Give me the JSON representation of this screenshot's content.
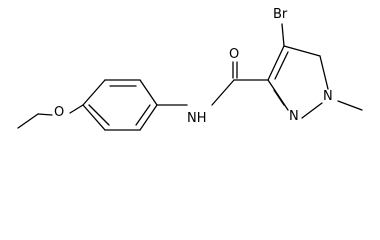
{
  "molecule": {
    "atoms": {
      "bromine": "Br",
      "carbonyl_oxygen": "O",
      "amide_nitrogen": "NH",
      "ether_oxygen": "O",
      "pyrazole_n2": "N",
      "pyrazole_n1": "N"
    }
  },
  "colors": {
    "ink": "#000000",
    "background": "#ffffff"
  }
}
